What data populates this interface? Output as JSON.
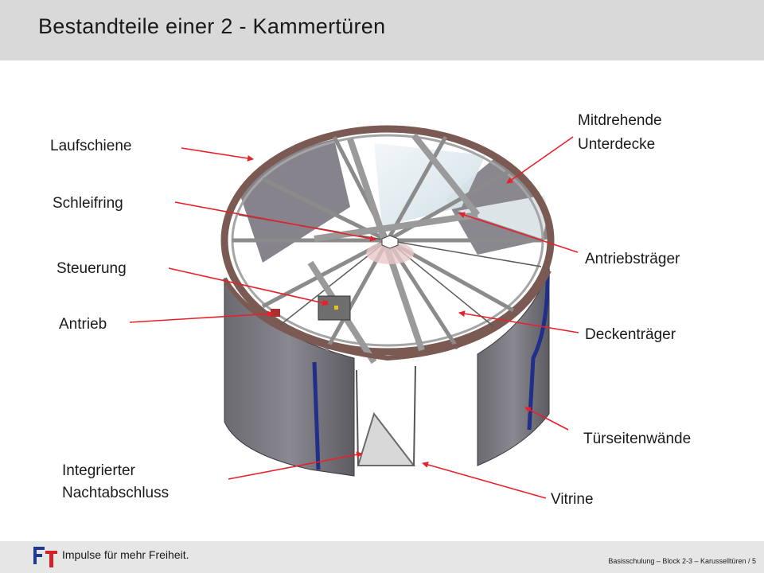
{
  "header": {
    "title": "Bestandteile einer 2 - Kammertüren"
  },
  "labels": {
    "laufschiene": "Laufschiene",
    "schleifring": "Schleifring",
    "steuerung": "Steuerung",
    "antrieb": "Antrieb",
    "nachtabschluss_line1": "Integrierter",
    "nachtabschluss_line2": "Nachtabschluss",
    "unterdecke_line1": "Mitdrehende",
    "unterdecke_line2": "Unterdecke",
    "antriebstraeger": "Antriebsträger",
    "deckentraeger": "Deckenträger",
    "tuerseitenwaende": "Türseitenwände",
    "vitrine": "Vitrine"
  },
  "footer": {
    "slogan": "Impulse für mehr Freiheit.",
    "page_info": "Basisschulung – Block 2-3 – Karusselltüren / 5"
  },
  "colors": {
    "header_bg": "#d9d9d9",
    "arrow": "#e8202a",
    "logo_blue": "#1f3a93",
    "logo_red": "#d42027"
  }
}
